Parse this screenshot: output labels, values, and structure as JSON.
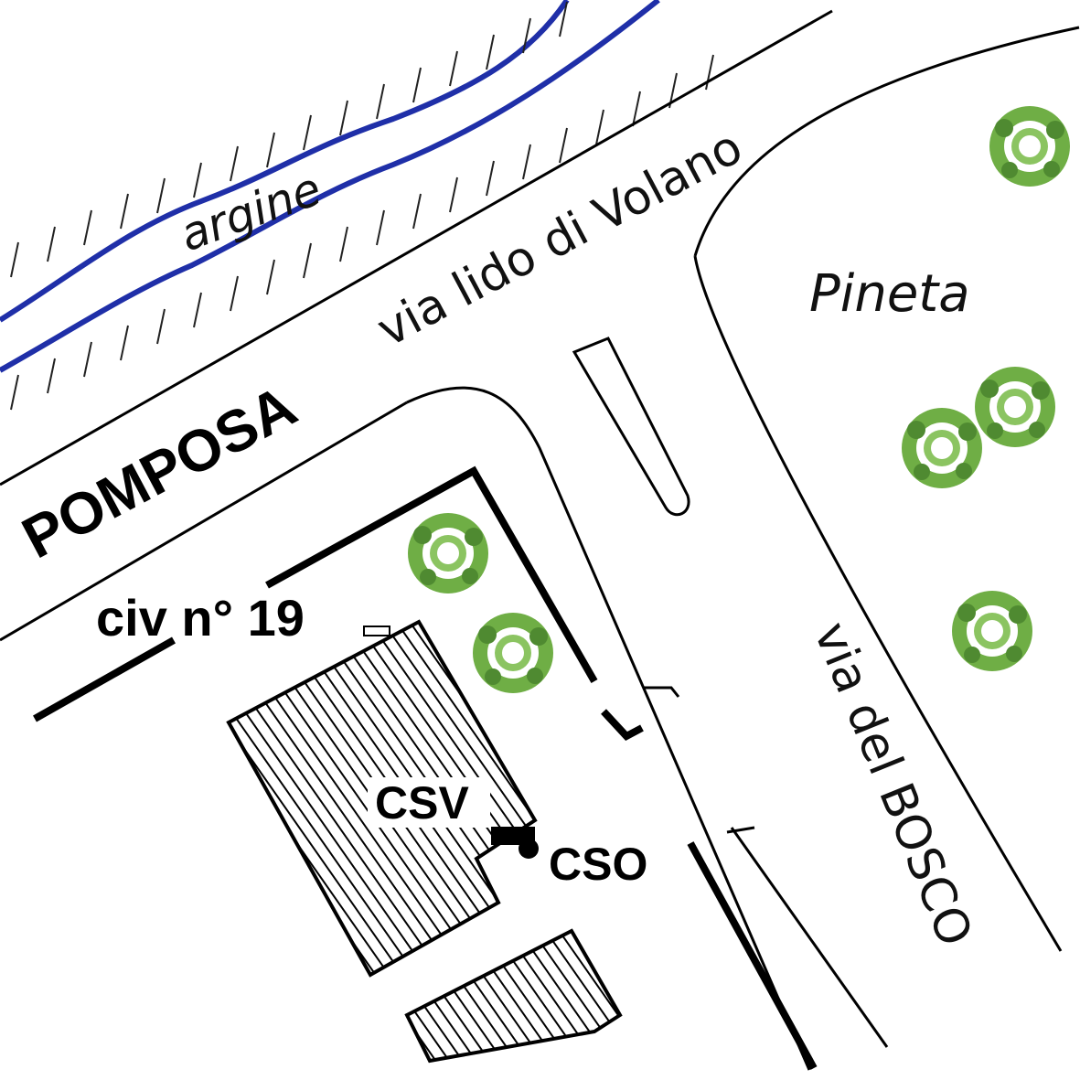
{
  "labels": {
    "argine": "argine",
    "via_lido": "via lido di Volano",
    "pomposa": "POMPOSA",
    "pineta": "Pineta",
    "civico": "civ n° 19",
    "csv": "CSV",
    "cso": "CSO",
    "via_del_bosco": "via del BOSCO"
  },
  "colors": {
    "river": "#1f2fa8",
    "tree": "#5d9a3c",
    "line": "#000000",
    "background": "#ffffff"
  },
  "icons": {
    "tree": "tree-icon",
    "connection_point": "connection-point-icon"
  }
}
